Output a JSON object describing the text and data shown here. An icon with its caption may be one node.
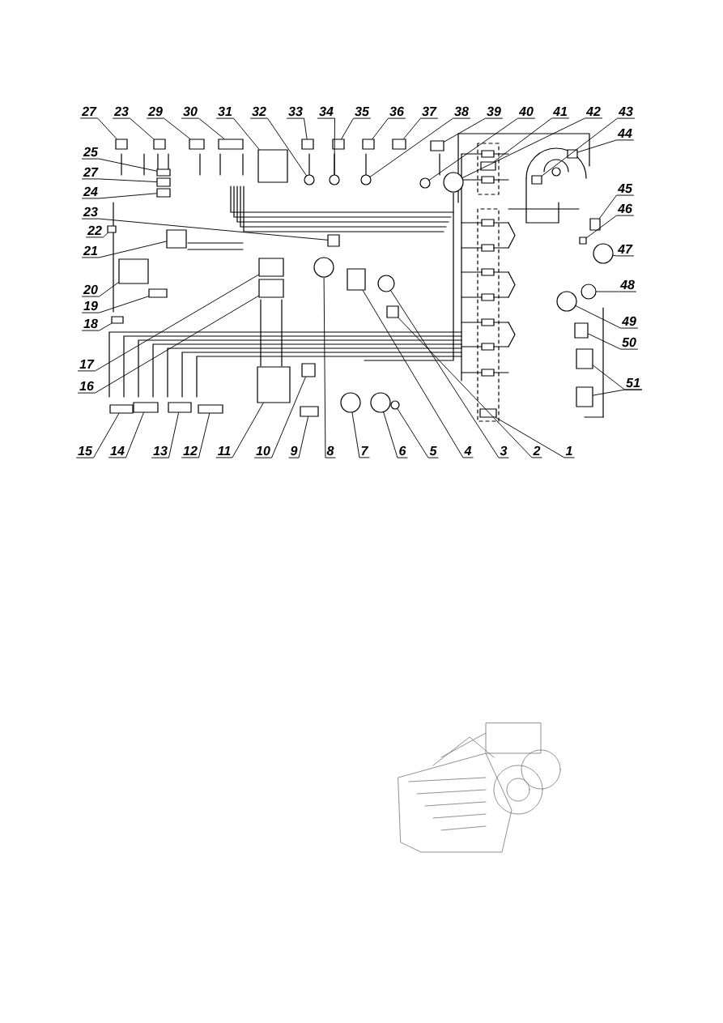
{
  "diagram": {
    "nodes": [
      {
        "text": [
          "27"
        ]
      },
      {
        "text": [
          "23"
        ]
      },
      {
        "text": [
          "29"
        ]
      },
      {
        "text": [
          "30"
        ]
      },
      {
        "text": [
          "31"
        ]
      },
      {
        "text": [
          "32"
        ]
      },
      {
        "text": [
          "33"
        ]
      },
      {
        "text": [
          "34"
        ]
      },
      {
        "text": [
          "35"
        ]
      },
      {
        "text": [
          "36"
        ]
      },
      {
        "text": [
          "37"
        ]
      },
      {
        "text": [
          "38"
        ]
      },
      {
        "text": [
          "39"
        ]
      },
      {
        "text": [
          "40"
        ]
      },
      {
        "text": [
          "41"
        ]
      },
      {
        "text": [
          "42"
        ]
      },
      {
        "text": [
          "43"
        ]
      },
      {
        "text": [
          "44"
        ]
      },
      {
        "text": [
          "25"
        ]
      },
      {
        "text": [
          "27"
        ]
      },
      {
        "text": [
          "24"
        ]
      },
      {
        "text": [
          "23"
        ]
      },
      {
        "text": [
          "22"
        ]
      },
      {
        "text": [
          "21"
        ]
      },
      {
        "text": [
          "20"
        ]
      },
      {
        "text": [
          "19"
        ]
      },
      {
        "text": [
          "18"
        ]
      },
      {
        "text": [
          "17"
        ]
      },
      {
        "text": [
          "16"
        ]
      },
      {
        "text": [
          "45"
        ]
      },
      {
        "text": [
          "46"
        ]
      },
      {
        "text": [
          "47"
        ]
      },
      {
        "text": [
          "48"
        ]
      },
      {
        "text": [
          "49"
        ]
      },
      {
        "text": [
          "50"
        ]
      },
      {
        "text": [
          "51"
        ]
      },
      {
        "text": [
          "15"
        ]
      },
      {
        "text": [
          "14"
        ]
      },
      {
        "text": [
          "13"
        ]
      },
      {
        "text": [
          "12"
        ]
      },
      {
        "text": [
          "11"
        ]
      },
      {
        "text": [
          "10"
        ]
      },
      {
        "text": [
          "9"
        ]
      },
      {
        "text": [
          "8"
        ]
      },
      {
        "text": [
          "7"
        ]
      },
      {
        "text": [
          "6"
        ]
      },
      {
        "text": [
          "5"
        ]
      },
      {
        "text": [
          "4"
        ]
      },
      {
        "text": [
          "3"
        ]
      },
      {
        "text": [
          "2"
        ]
      },
      {
        "text": [
          "1"
        ]
      },
      {
        "text": [],
        "shape": "box"
      },
      {
        "text": [],
        "shape": "box"
      },
      {
        "text": [],
        "shape": "box"
      },
      {
        "text": [],
        "shape": "box"
      },
      {
        "text": [],
        "shape": "box"
      },
      {
        "text": [],
        "shape": "circle"
      },
      {
        "text": [],
        "shape": "box"
      },
      {
        "text": [],
        "shape": "circle"
      },
      {
        "text": [],
        "shape": "box"
      },
      {
        "text": [],
        "shape": "box"
      },
      {
        "text": [],
        "shape": "box"
      },
      {
        "text": [],
        "shape": "circle"
      },
      {
        "text": [],
        "shape": "box"
      },
      {
        "text": [],
        "shape": "circle"
      },
      {
        "text": [],
        "shape": "box"
      },
      {
        "text": [],
        "shape": "circle"
      },
      {
        "text": [],
        "shape": "box"
      },
      {
        "text": [],
        "shape": "box"
      },
      {
        "text": [],
        "shape": "box"
      },
      {
        "text": [],
        "shape": "box"
      },
      {
        "text": [],
        "shape": "box"
      },
      {
        "text": [],
        "shape": "box"
      },
      {
        "text": [],
        "shape": "box"
      },
      {
        "text": [],
        "shape": "box"
      },
      {
        "text": [],
        "shape": "box"
      },
      {
        "text": [],
        "shape": "box"
      },
      {
        "text": [],
        "shape": "box"
      },
      {
        "text": [],
        "shape": "box"
      },
      {
        "text": [],
        "shape": "box"
      },
      {
        "text": [],
        "shape": "box"
      },
      {
        "text": [],
        "shape": "box"
      },
      {
        "text": [],
        "shape": "circle"
      },
      {
        "text": [],
        "shape": "circle"
      },
      {
        "text": [],
        "shape": "circle"
      },
      {
        "text": [],
        "shape": "box"
      },
      {
        "text": [],
        "shape": "box"
      },
      {
        "text": [],
        "shape": "box"
      },
      {
        "text": [],
        "shape": "box"
      },
      {
        "text": [],
        "shape": "box"
      },
      {
        "text": [],
        "shape": "box"
      },
      {
        "text": [],
        "shape": "box"
      },
      {
        "text": [],
        "shape": "box"
      },
      {
        "text": [],
        "shape": "box"
      },
      {
        "text": [],
        "shape": "box"
      },
      {
        "text": [],
        "shape": "circle"
      },
      {
        "text": [],
        "shape": "circle"
      },
      {
        "text": [],
        "shape": "circle"
      },
      {
        "text": [],
        "shape": "circle"
      },
      {
        "text": [],
        "shape": "box"
      },
      {
        "text": [],
        "shape": "circle"
      },
      {
        "text": [],
        "shape": "box"
      },
      {
        "text": [],
        "shape": "box"
      }
    ],
    "edges": [
      {
        "from": 0,
        "to": 51,
        "arrow": "none"
      },
      {
        "from": 1,
        "to": 52,
        "arrow": "none"
      },
      {
        "from": 2,
        "to": 53,
        "arrow": "none"
      },
      {
        "from": 3,
        "to": 54,
        "arrow": "none"
      },
      {
        "from": 4,
        "to": 55,
        "arrow": "none"
      },
      {
        "from": 5,
        "to": 56,
        "arrow": "none"
      },
      {
        "from": 6,
        "to": 57,
        "arrow": "none"
      },
      {
        "from": 7,
        "to": 58,
        "arrow": "none"
      },
      {
        "from": 8,
        "to": 59,
        "arrow": "none"
      },
      {
        "from": 9,
        "to": 60,
        "arrow": "none"
      },
      {
        "from": 10,
        "to": 61,
        "arrow": "none"
      },
      {
        "from": 11,
        "to": 62,
        "arrow": "none"
      },
      {
        "from": 12,
        "to": 63,
        "arrow": "none"
      },
      {
        "from": 13,
        "to": 64,
        "arrow": "none"
      },
      {
        "from": 14,
        "to": 65,
        "arrow": "none"
      },
      {
        "from": 15,
        "to": 66,
        "arrow": "none"
      },
      {
        "from": 16,
        "to": 67,
        "arrow": "none"
      },
      {
        "from": 17,
        "to": 68,
        "arrow": "none"
      },
      {
        "from": 18,
        "to": 69,
        "arrow": "none"
      },
      {
        "from": 19,
        "to": 70,
        "arrow": "none"
      },
      {
        "from": 20,
        "to": 71,
        "arrow": "none"
      },
      {
        "from": 21,
        "to": 72,
        "arrow": "none"
      },
      {
        "from": 22,
        "to": 73,
        "arrow": "none"
      },
      {
        "from": 23,
        "to": 74,
        "arrow": "none"
      },
      {
        "from": 24,
        "to": 75,
        "arrow": "none"
      },
      {
        "from": 25,
        "to": 76,
        "arrow": "none"
      },
      {
        "from": 26,
        "to": 77,
        "arrow": "none"
      },
      {
        "from": 27,
        "to": 78,
        "arrow": "none"
      },
      {
        "from": 28,
        "to": 79,
        "arrow": "none"
      },
      {
        "from": 29,
        "to": 80,
        "arrow": "none"
      },
      {
        "from": 30,
        "to": 81,
        "arrow": "none"
      },
      {
        "from": 31,
        "to": 82,
        "arrow": "none"
      },
      {
        "from": 32,
        "to": 83,
        "arrow": "none"
      },
      {
        "from": 33,
        "to": 84,
        "arrow": "none"
      },
      {
        "from": 34,
        "to": 85,
        "arrow": "none"
      },
      {
        "from": 35,
        "to": 86,
        "arrow": "none"
      },
      {
        "from": 35,
        "to": 87,
        "arrow": "none"
      },
      {
        "from": 36,
        "to": 88,
        "arrow": "none"
      },
      {
        "from": 37,
        "to": 89,
        "arrow": "none"
      },
      {
        "from": 38,
        "to": 90,
        "arrow": "none"
      },
      {
        "from": 39,
        "to": 91,
        "arrow": "none"
      },
      {
        "from": 40,
        "to": 92,
        "arrow": "none"
      },
      {
        "from": 41,
        "to": 93,
        "arrow": "none"
      },
      {
        "from": 42,
        "to": 94,
        "arrow": "none"
      },
      {
        "from": 43,
        "to": 95,
        "arrow": "none"
      },
      {
        "from": 44,
        "to": 96,
        "arrow": "none"
      },
      {
        "from": 45,
        "to": 97,
        "arrow": "none"
      },
      {
        "from": 46,
        "to": 98,
        "arrow": "none"
      },
      {
        "from": 47,
        "to": 99,
        "arrow": "none"
      },
      {
        "from": 48,
        "to": 100,
        "arrow": "none"
      },
      {
        "from": 49,
        "to": 101,
        "arrow": "none"
      },
      {
        "from": 50,
        "to": 102,
        "arrow": "none"
      }
    ]
  }
}
